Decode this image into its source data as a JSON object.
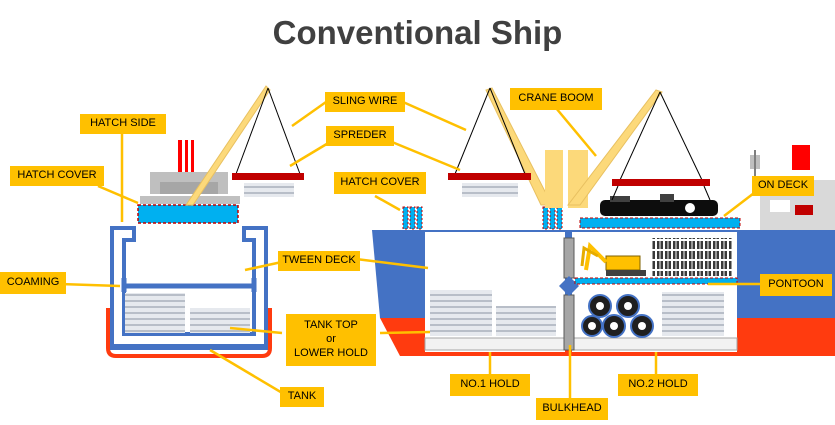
{
  "title": "Conventional Ship",
  "labels": {
    "hatch_side": "HATCH SIDE",
    "hatch_cover_left": "HATCH COVER",
    "coaming": "COAMING",
    "sling_wire": "SLING WIRE",
    "spreder": "SPREDER",
    "crane_boom": "CRANE BOOM",
    "hatch_cover_mid": "HATCH COVER",
    "tween_deck": "TWEEN DECK",
    "tank_top_line1": "TANK TOP",
    "tank_top_line2": "or",
    "tank_top_line3": "LOWER HOLD",
    "tank": "TANK",
    "no1_hold": "NO.1 HOLD",
    "bulkhead": "BULKHEAD",
    "no2_hold": "NO.2 HOLD",
    "on_deck": "ON DECK",
    "pontoon": "PONTOON"
  },
  "colors": {
    "label_bg": "#ffc000",
    "arrow": "#ffc000",
    "hull_blue": "#4472c4",
    "hull_red": "#ff3b0f",
    "hold_outline": "#4472c4",
    "hatch_cover": "#00b0f0",
    "spreader": "#c00000",
    "cargo": "#d9dde3"
  }
}
